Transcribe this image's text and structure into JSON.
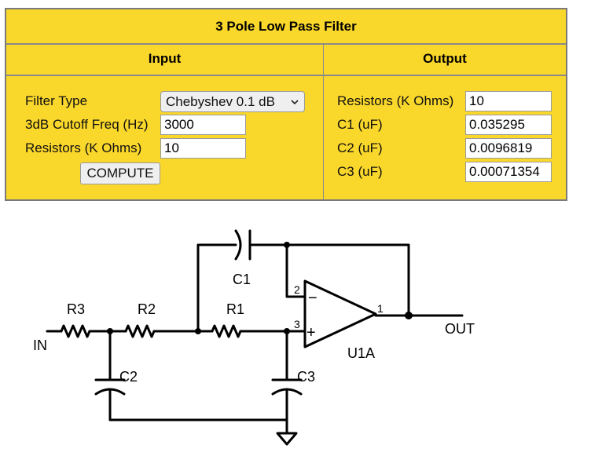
{
  "calculator": {
    "title": "3 Pole Low Pass Filter",
    "input_header": "Input",
    "output_header": "Output",
    "input": {
      "filter_type_label": "Filter Type",
      "filter_type_value": "Chebyshev 0.1 dB",
      "cutoff_label": "3dB Cutoff Freq (Hz)",
      "cutoff_value": "3000",
      "resistors_label": "Resistors (K Ohms)",
      "resistors_value": "10",
      "compute_label": "COMPUTE"
    },
    "output": {
      "resistors_label": "Resistors (K Ohms)",
      "resistors_value": "10",
      "c1_label": "C1 (uF)",
      "c1_value": "0.035295",
      "c2_label": "C2 (uF)",
      "c2_value": "0.0096819",
      "c3_label": "C3 (uF)",
      "c3_value": "0.00071354"
    }
  },
  "schematic": {
    "labels": {
      "r3": "R3",
      "r2": "R2",
      "r1": "R1",
      "c1": "C1",
      "c2": "C2",
      "c3": "C3",
      "in": "IN",
      "out": "OUT",
      "u1a": "U1A",
      "pin1": "1",
      "pin2": "2",
      "pin3": "3",
      "minus": "−",
      "plus": "+"
    }
  }
}
